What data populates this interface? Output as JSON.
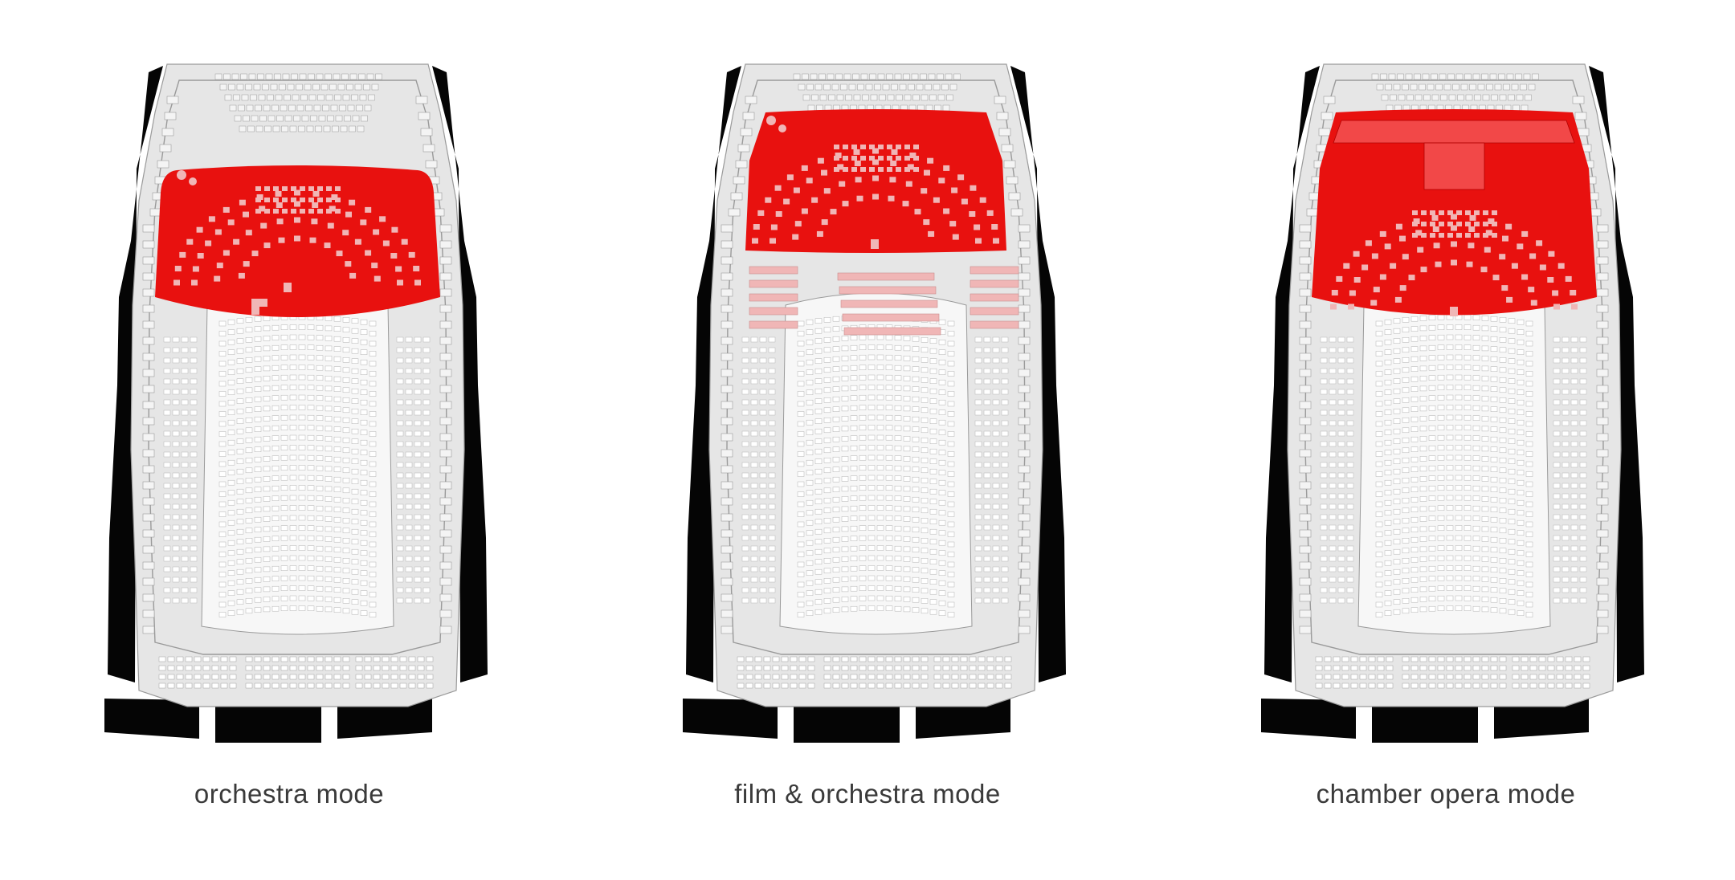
{
  "diagrams": [
    {
      "id": "orchestra",
      "caption": "orchestra mode",
      "layout": "orchestra"
    },
    {
      "id": "film-orchestra",
      "caption": "film & orchestra mode",
      "layout": "film"
    },
    {
      "id": "chamber-opera",
      "caption": "chamber opera mode",
      "layout": "chamber"
    }
  ],
  "colors": {
    "stage_red": "#e8110f",
    "seat_white": "#f4f4f4",
    "hall_grey": "#e6e6e6",
    "wall_black": "#050505",
    "line_grey": "#9a9a9a",
    "stand_pink": "#f0b6b6",
    "pit_red": "#f24848"
  }
}
